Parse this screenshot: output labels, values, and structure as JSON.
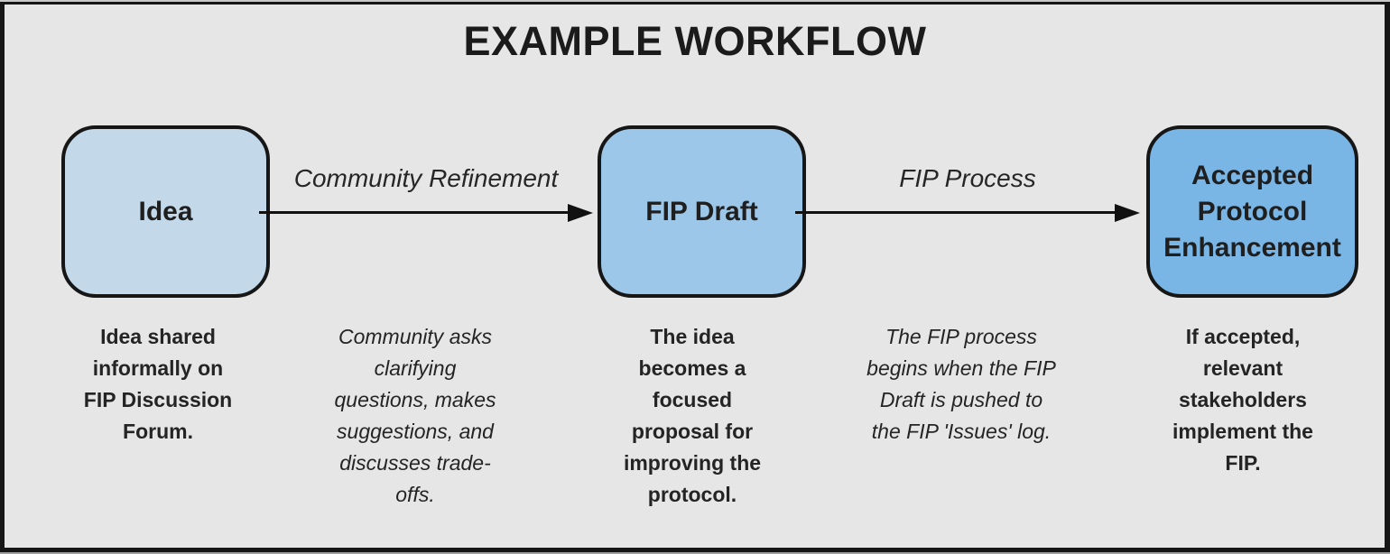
{
  "title": "EXAMPLE WORKFLOW",
  "colors": {
    "background": "#e6e6e6",
    "frame_border": "#161616",
    "arrow": "#111111",
    "text": "#242424"
  },
  "nodes": [
    {
      "label": "Idea",
      "fill": "#c3d9ea",
      "description": "Idea shared informally on FIP Discussion Forum."
    },
    {
      "label": "FIP Draft",
      "fill": "#9cc7e8",
      "description": "The idea becomes a focused proposal for improving the protocol."
    },
    {
      "label": "Accepted Protocol Enhancement",
      "fill": "#79b6e6",
      "description": "If accepted, relevant stakeholders implement the FIP."
    }
  ],
  "edges": [
    {
      "label": "Community Refinement",
      "description": "Community asks clarifying questions, makes suggestions, and discusses trade-offs."
    },
    {
      "label": "FIP Process",
      "description": "The FIP process begins when the FIP Draft is pushed to the FIP 'Issues' log."
    }
  ]
}
